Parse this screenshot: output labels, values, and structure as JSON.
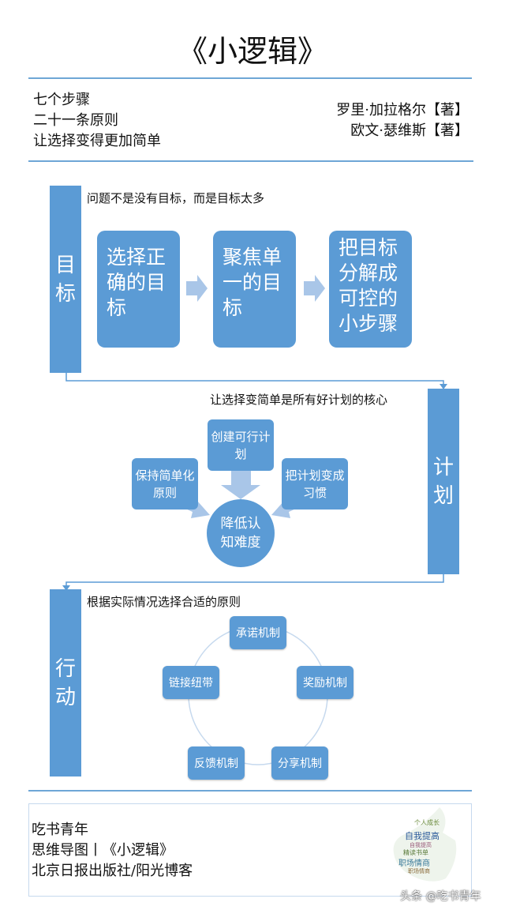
{
  "header": {
    "title": "《小逻辑》",
    "subtitle_lines": [
      "七个步骤",
      "二十一条原则",
      "让选择变得更加简单"
    ],
    "authors": [
      "罗里·加拉格尔【著】",
      "欧文·瑟维斯【著】"
    ]
  },
  "section_goal": {
    "label": "目标",
    "note": "问题不是没有目标，而是目标太多",
    "steps": [
      "选择正确的目标",
      "聚焦单一的目标",
      "把目标分解成可控的小步骤"
    ]
  },
  "section_plan": {
    "label": "计划",
    "note": "让选择变简单是所有好计划的核心",
    "inputs": [
      "保持简单化原则",
      "创建可行计划",
      "把计划变成习惯"
    ],
    "center": "降低认知难度"
  },
  "section_action": {
    "label": "行动",
    "note": "根据实际情况选择合适的原则",
    "cycle": [
      "承诺机制",
      "奖励机制",
      "分享机制",
      "反馈机制",
      "链接纽带"
    ]
  },
  "footer": {
    "lines": [
      "吃书青年",
      "思维导图丨《小逻辑》",
      "北京日报出版社/阳光博客"
    ],
    "wordcloud": [
      "个人成长",
      "自我提高",
      "自我提高",
      "精读书单",
      "职场情商",
      "职场情商"
    ],
    "watermark": "头条 @吃书青年"
  },
  "colors": {
    "primary": "#5b9bd5",
    "arrow": "#a9c6e8",
    "line": "#6ea6d6"
  }
}
